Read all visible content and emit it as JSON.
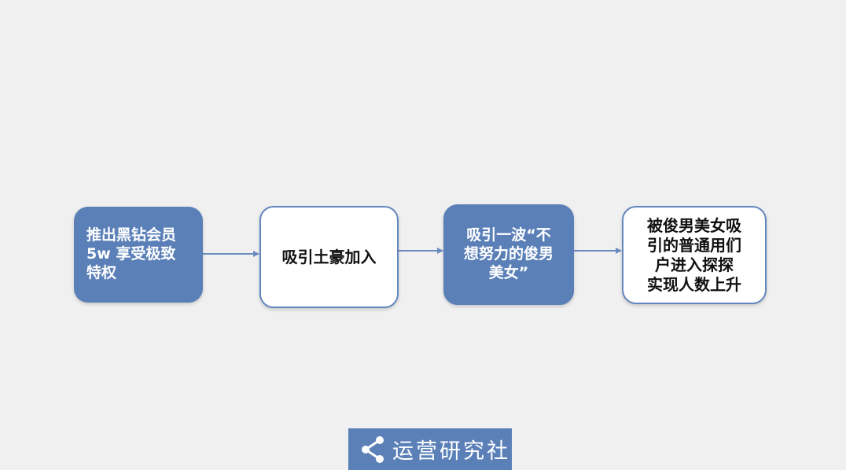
{
  "flow": {
    "nodes": [
      {
        "id": "n1",
        "lines": [
          "推出黑钻会员",
          "5w 享受极致",
          "特权"
        ],
        "style": "filled"
      },
      {
        "id": "n2",
        "lines": [
          "吸引土豪加入"
        ],
        "style": "outlined"
      },
      {
        "id": "n3",
        "lines": [
          "吸引一波“不",
          "想努力的俊男",
          "美女”"
        ],
        "style": "filled"
      },
      {
        "id": "n4",
        "lines": [
          "被俊男美女吸",
          "引的普通用们",
          "户进入探探",
          "实现人数上升"
        ],
        "style": "outlined"
      }
    ],
    "edges": [
      {
        "from": "n1",
        "to": "n2"
      },
      {
        "from": "n2",
        "to": "n3"
      },
      {
        "from": "n3",
        "to": "n4"
      }
    ]
  },
  "colors": {
    "background": "#f0f0f0",
    "accent": "#5b80b8",
    "arrow": "#6a8cc0"
  },
  "logo": {
    "icon": "share-icon",
    "text": "运营研究社"
  }
}
